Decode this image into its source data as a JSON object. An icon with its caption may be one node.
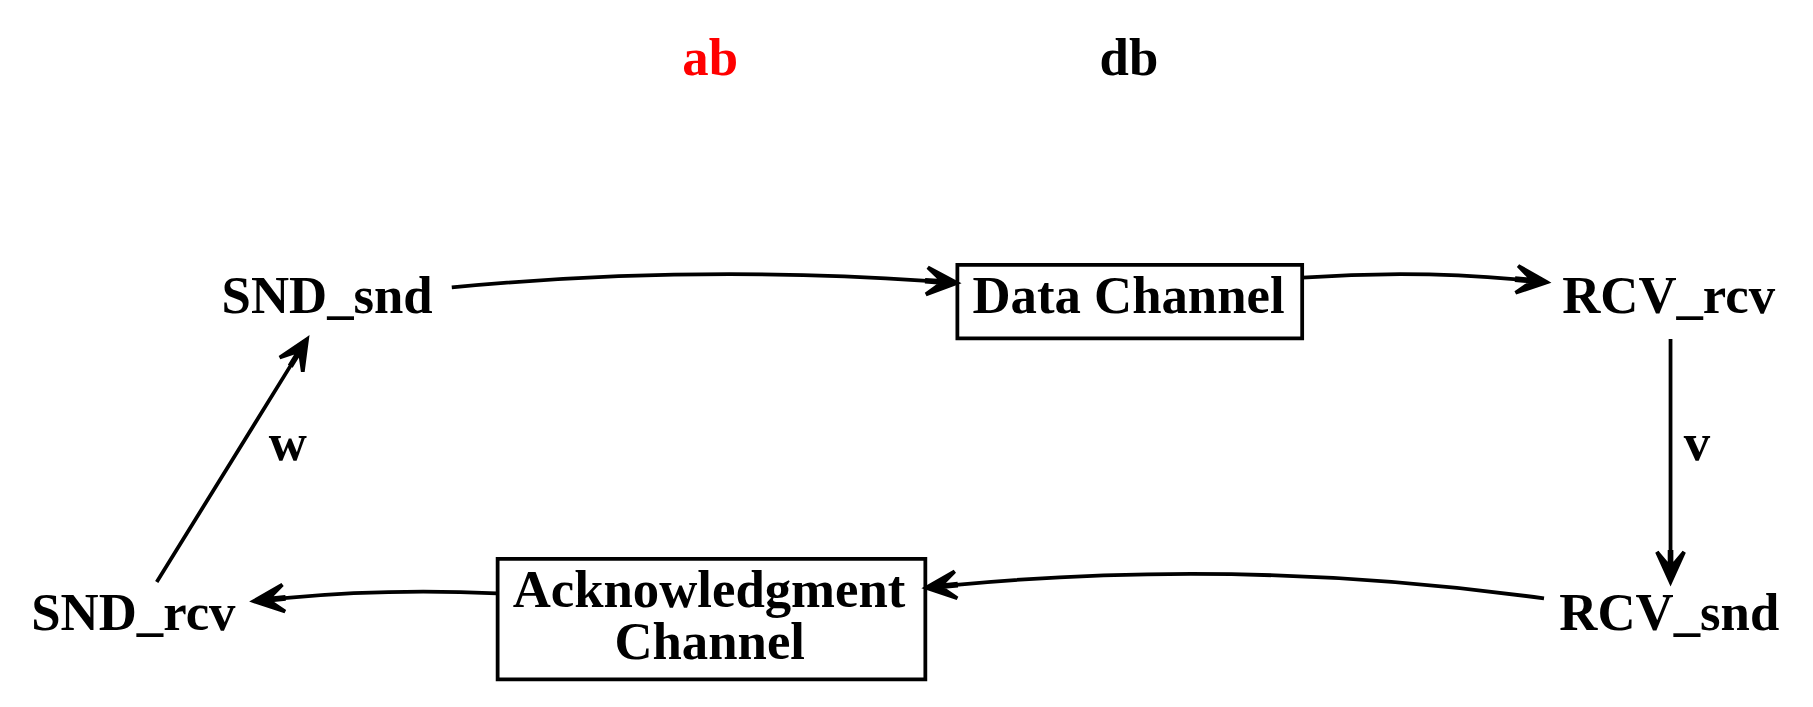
{
  "diagram": {
    "nodes": [
      {
        "text": [
          "SND_snd"
        ]
      },
      {
        "text": [
          "Data Channel"
        ]
      },
      {
        "text": [
          "RCV_rcv"
        ]
      },
      {
        "text": [
          "RCV_snd"
        ]
      },
      {
        "text": [
          "Acknowledgment Channel"
        ]
      },
      {
        "text": [
          "SND_rcv"
        ]
      }
    ],
    "edges": [
      {
        "from": 0,
        "to": 1,
        "arrow": "to"
      },
      {
        "from": 1,
        "to": 2,
        "arrow": "to"
      },
      {
        "from": 2,
        "to": 3,
        "arrow": "to",
        "label": "v"
      },
      {
        "from": 3,
        "to": 4,
        "arrow": "to"
      },
      {
        "from": 4,
        "to": 5,
        "arrow": "to"
      },
      {
        "from": 5,
        "to": 0,
        "arrow": "to",
        "label": "w"
      }
    ],
    "labels": [
      "db",
      "ab"
    ]
  }
}
